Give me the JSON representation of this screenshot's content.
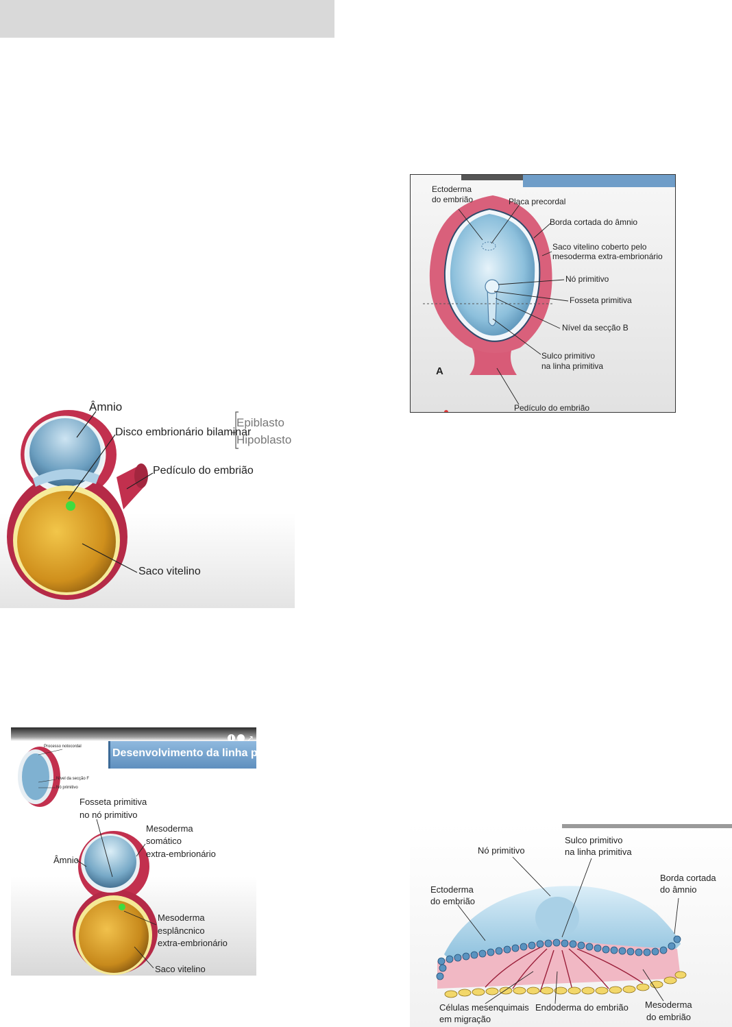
{
  "fig1": {
    "amnio": "Âmnio",
    "disco": "Disco embrionário bilaminar",
    "epiblasto": "Epiblasto",
    "hipoblasto": "Hipoblasto",
    "pediculo": "Pedículo do embrião",
    "saco": "Saco vitelino"
  },
  "fig2": {
    "title": "Desenvolvimento da linha primitiva",
    "processo": "Processo notocordal",
    "nivel": "Nível da secção F",
    "no": "Nó primitivo",
    "fosseta_1": "Fosseta primitiva",
    "fosseta_2": "no nó primitivo",
    "meso_som_1": "Mesoderma",
    "meso_som_2": "somático",
    "meso_som_3": "extra-embrionário",
    "amnio": "Âmnio",
    "meso_esp_1": "Mesoderma",
    "meso_esp_2": "esplâncnico",
    "meso_esp_3": "extra-embrionário",
    "saco": "Saco vitelino"
  },
  "fig3": {
    "ecto_1": "Ectoderma",
    "ecto_2": "do embrião",
    "placa": "Placa precordal",
    "borda": "Borda cortada do âmnio",
    "saco_1": "Saco vitelino coberto pelo",
    "saco_2": "mesoderma extra-embrionário",
    "no": "Nó primitivo",
    "fosseta": "Fosseta primitiva",
    "nivel": "Nível da secção B",
    "sulco_1": "Sulco primitivo",
    "sulco_2": "na linha primitiva",
    "letter": "A",
    "pediculo": "Pedículo do embrião"
  },
  "fig4": {
    "no": "Nó primitivo",
    "sulco_1": "Sulco primitivo",
    "sulco_2": "na linha primitiva",
    "ecto_1": "Ectoderma",
    "ecto_2": "do embrião",
    "borda_1": "Borda cortada",
    "borda_2": "do âmnio",
    "celulas_1": "Células mesenquimais",
    "celulas_2": "em migração",
    "endo": "Endoderma do embrião",
    "meso_1": "Mesoderma",
    "meso_2": "do embrião"
  },
  "colors": {
    "top_bar": "#d9d9d9",
    "amnion_red": "#c2304e",
    "cavity_blue": "#7fb1d1",
    "yolk_yellow": "#e9b22f",
    "title_bar_blue": "#6f9dc8"
  },
  "icons": [
    "info-icon",
    "clock-icon",
    "share-icon",
    "cursor-icon"
  ]
}
